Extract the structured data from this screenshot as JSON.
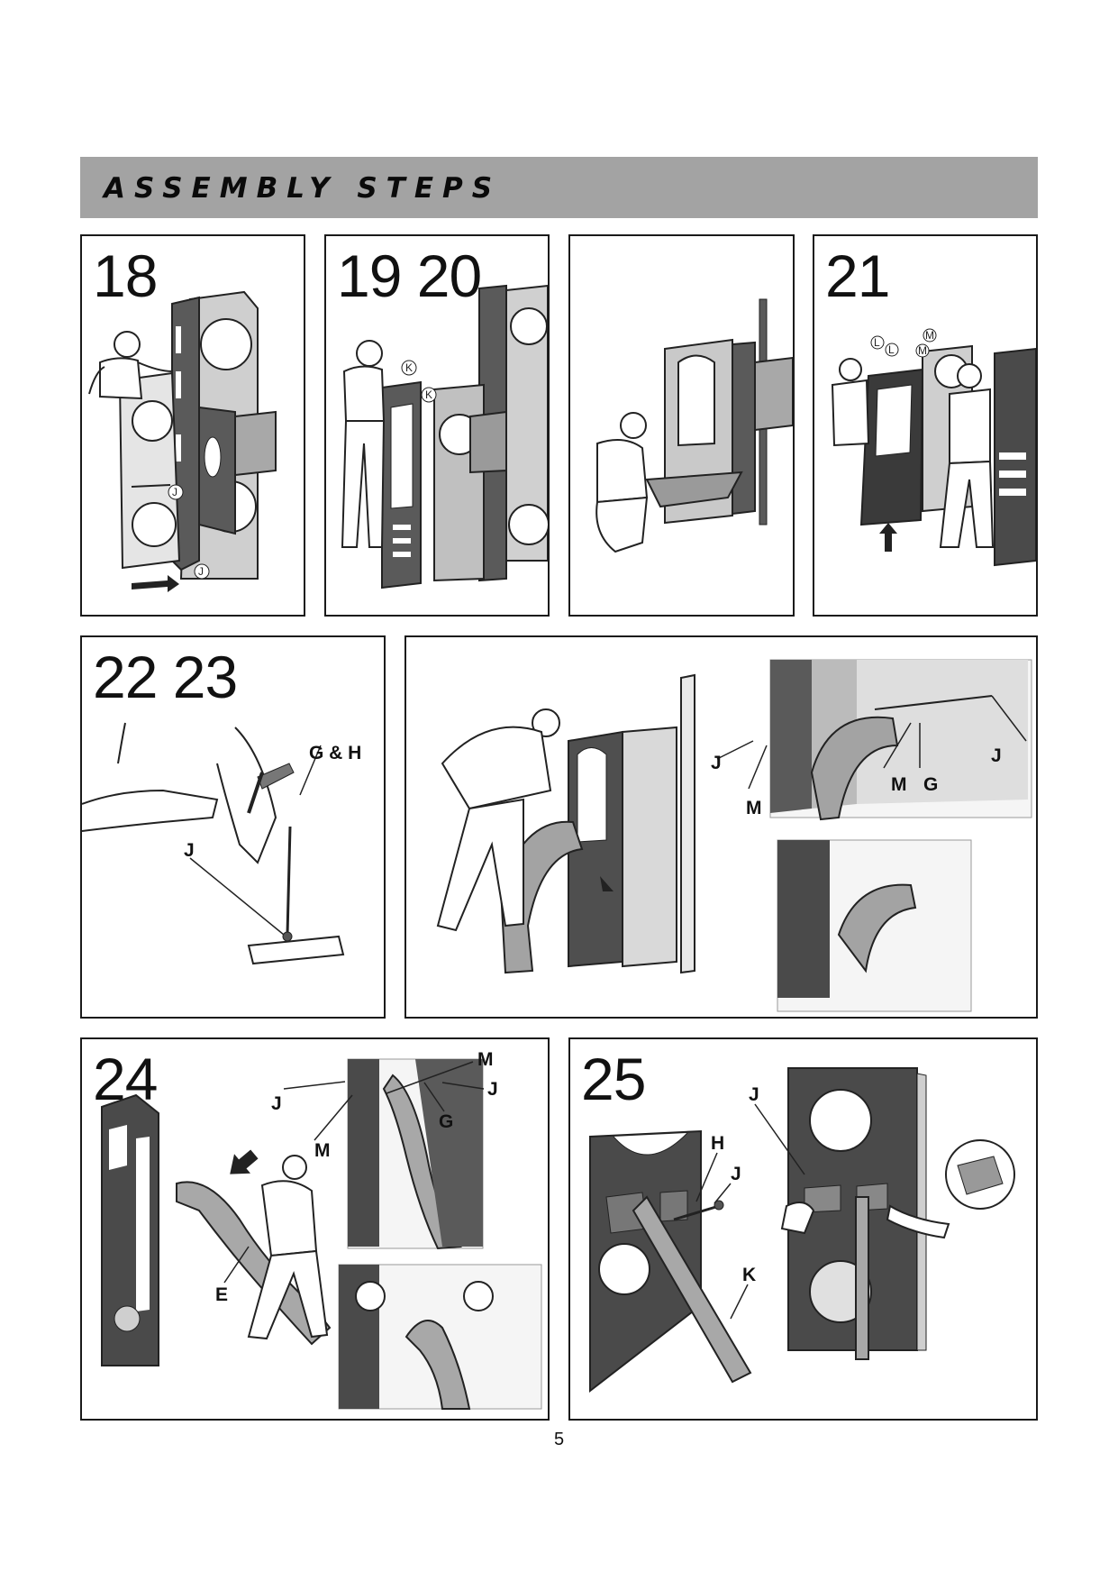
{
  "header": {
    "title": "ASSEMBLY STEPS"
  },
  "steps": [
    {
      "id": "18",
      "label": "18",
      "parts": [
        "J",
        "J"
      ]
    },
    {
      "id": "19-20",
      "label": "19 20",
      "parts": [
        "K",
        "K"
      ]
    },
    {
      "id": "20b",
      "label": "",
      "parts": []
    },
    {
      "id": "21",
      "label": "21",
      "parts": [
        "L",
        "L",
        "M",
        "M"
      ]
    },
    {
      "id": "22-23",
      "label": "22 23",
      "parts": [
        "G & H",
        "J"
      ]
    },
    {
      "id": "23b",
      "label": "",
      "parts": [
        "J",
        "J",
        "M",
        "G",
        "M"
      ]
    },
    {
      "id": "24",
      "label": "24",
      "parts": [
        "M",
        "J",
        "J",
        "G",
        "M",
        "E"
      ]
    },
    {
      "id": "25",
      "label": "25",
      "parts": [
        "J",
        "H",
        "J",
        "K"
      ]
    }
  ],
  "page": {
    "number": "5"
  },
  "colors": {
    "header_bg": "#a3a3a3",
    "panel_dark": "#555555",
    "panel_mid": "#8f8f8f",
    "panel_light": "#c8c8c8"
  }
}
